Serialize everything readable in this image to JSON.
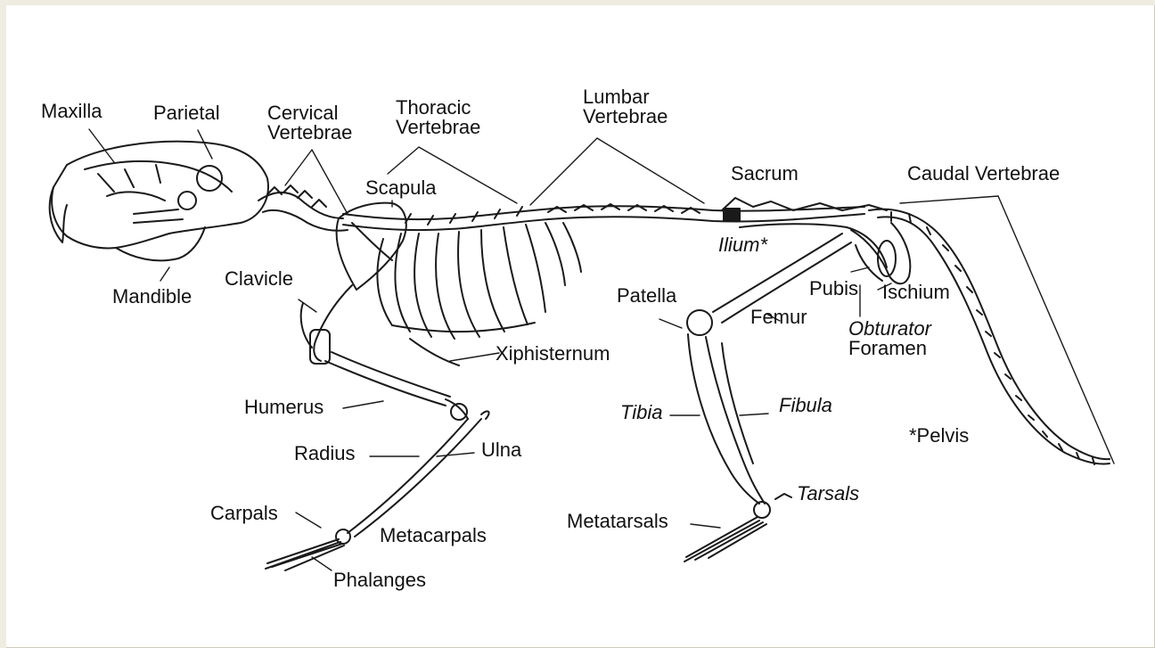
{
  "labels": {
    "maxilla": "Maxilla",
    "parietal": "Parietal",
    "cervical_1": "Cervical",
    "cervical_2": "Vertebrae",
    "thoracic_1": "Thoracic",
    "thoracic_2": "Vertebrae",
    "lumbar_1": "Lumbar",
    "lumbar_2": "Vertebrae",
    "sacrum": "Sacrum",
    "caudal": "Caudal Vertebrae",
    "scapula": "Scapula",
    "ilium": "Ilium*",
    "mandible": "Mandible",
    "clavicle": "Clavicle",
    "patella": "Patella",
    "pubis": "Pubis",
    "ischium": "Ischium",
    "femur": "Femur",
    "obturator_1": "Obturator",
    "obturator_2": "Foramen",
    "xiphisternum": "Xiphisternum",
    "humerus": "Humerus",
    "tibia": "Tibia",
    "fibula": "Fibula",
    "pelvis": "*Pelvis",
    "radius": "Radius",
    "ulna": "Ulna",
    "tarsals": "Tarsals",
    "carpals": "Carpals",
    "metacarpals": "Metacarpals",
    "metatarsals": "Metatarsals",
    "phalanges": "Phalanges"
  },
  "colors": {
    "bone_stroke": "#1a1a1a",
    "frame": "#efede1",
    "text": "#111111"
  }
}
